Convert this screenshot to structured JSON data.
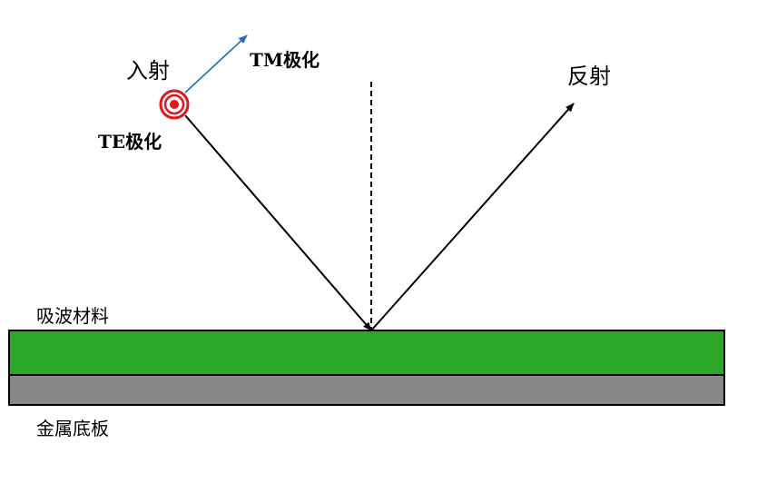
{
  "labels": {
    "incident": "入射",
    "tm_polarization": "TM极化",
    "te_polarization": "TE极化",
    "reflection": "反射",
    "absorbing_material": "吸波材料",
    "metal_substrate": "金属底板"
  },
  "colors": {
    "absorber_layer": "#2aa62a",
    "metal_layer": "#888888",
    "rays": "#000000",
    "tm_arrow": "#1f6fb5",
    "te_symbol": "#e4141b"
  }
}
